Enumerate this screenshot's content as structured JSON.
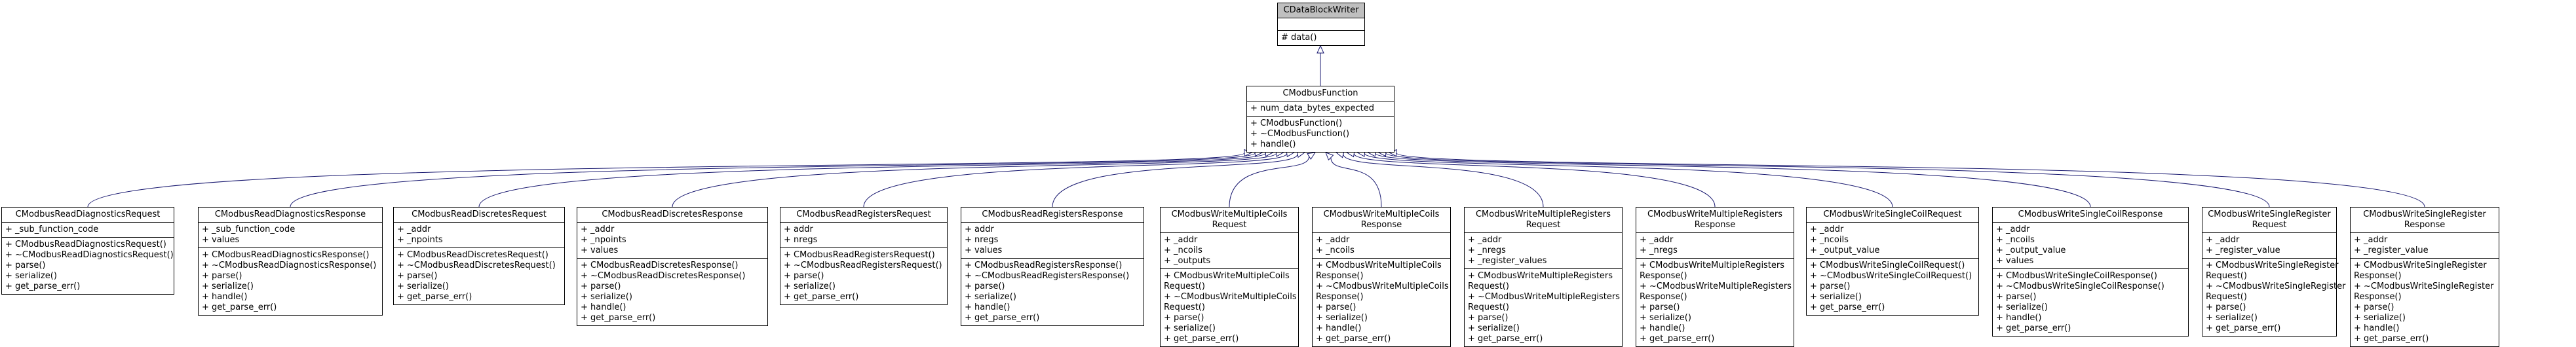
{
  "colors": {
    "edge": "#191970",
    "border": "#000000",
    "highlight": "#bfbfbf",
    "background": "#ffffff"
  },
  "root": {
    "name": "CDataBlockWriter",
    "attributes": [],
    "methods": [
      "# data()"
    ]
  },
  "base": {
    "name": "CModbusFunction",
    "attributes": [
      "+ num_data_bytes_expected"
    ],
    "methods": [
      "+ CModbusFunction()",
      "+ ~CModbusFunction()",
      "+ handle()"
    ]
  },
  "children": [
    {
      "name": "CModbusReadDiagnosticsRequest",
      "attributes": [
        "+ _sub_function_code"
      ],
      "methods": [
        "+ CModbusReadDiagnosticsRequest()",
        "+ ~CModbusReadDiagnosticsRequest()",
        "+ parse()",
        "+ serialize()",
        "+ get_parse_err()"
      ]
    },
    {
      "name": "CModbusReadDiagnosticsResponse",
      "attributes": [
        "+ _sub_function_code",
        "+ values"
      ],
      "methods": [
        "+ CModbusReadDiagnosticsResponse()",
        "+ ~CModbusReadDiagnosticsResponse()",
        "+ parse()",
        "+ serialize()",
        "+ handle()",
        "+ get_parse_err()"
      ]
    },
    {
      "name": "CModbusReadDiscretesRequest",
      "attributes": [
        "+ _addr",
        "+ _npoints"
      ],
      "methods": [
        "+ CModbusReadDiscretesRequest()",
        "+ ~CModbusReadDiscretesRequest()",
        "+ parse()",
        "+ serialize()",
        "+ get_parse_err()"
      ]
    },
    {
      "name": "CModbusReadDiscretesResponse",
      "attributes": [
        "+ _addr",
        "+ _npoints",
        "+ values"
      ],
      "methods": [
        "+ CModbusReadDiscretesResponse()",
        "+ ~CModbusReadDiscretesResponse()",
        "+ parse()",
        "+ serialize()",
        "+ handle()",
        "+ get_parse_err()"
      ]
    },
    {
      "name": "CModbusReadRegistersRequest",
      "attributes": [
        "+ addr",
        "+ nregs"
      ],
      "methods": [
        "+ CModbusReadRegistersRequest()",
        "+ ~CModbusReadRegistersRequest()",
        "+ parse()",
        "+ serialize()",
        "+ get_parse_err()"
      ]
    },
    {
      "name": "CModbusReadRegistersResponse",
      "attributes": [
        "+ addr",
        "+ nregs",
        "+ values"
      ],
      "methods": [
        "+ CModbusReadRegistersResponse()",
        "+ ~CModbusReadRegistersResponse()",
        "+ parse()",
        "+ serialize()",
        "+ handle()",
        "+ get_parse_err()"
      ]
    },
    {
      "name": "CModbusWriteMultipleCoils\nRequest",
      "attributes": [
        "+ _addr",
        "+ _ncoils",
        "+ _outputs"
      ],
      "methods": [
        "+ CModbusWriteMultipleCoils",
        "Request()",
        "+ ~CModbusWriteMultipleCoils",
        "Request()",
        "+ parse()",
        "+ serialize()",
        "+ get_parse_err()"
      ]
    },
    {
      "name": "CModbusWriteMultipleCoils\nResponse",
      "attributes": [
        "+ _addr",
        "+ _ncoils"
      ],
      "methods": [
        "+ CModbusWriteMultipleCoils",
        "Response()",
        "+ ~CModbusWriteMultipleCoils",
        "Response()",
        "+ parse()",
        "+ serialize()",
        "+ handle()",
        "+ get_parse_err()"
      ]
    },
    {
      "name": "CModbusWriteMultipleRegisters\nRequest",
      "attributes": [
        "+ _addr",
        "+ _nregs",
        "+ _register_values"
      ],
      "methods": [
        "+ CModbusWriteMultipleRegisters",
        "Request()",
        "+ ~CModbusWriteMultipleRegisters",
        "Request()",
        "+ parse()",
        "+ serialize()",
        "+ get_parse_err()"
      ]
    },
    {
      "name": "CModbusWriteMultipleRegisters\nResponse",
      "attributes": [
        "+ _addr",
        "+ _nregs"
      ],
      "methods": [
        "+ CModbusWriteMultipleRegisters",
        "Response()",
        "+ ~CModbusWriteMultipleRegisters",
        "Response()",
        "+ parse()",
        "+ serialize()",
        "+ handle()",
        "+ get_parse_err()"
      ]
    },
    {
      "name": "CModbusWriteSingleCoilRequest",
      "attributes": [
        "+ _addr",
        "+ _ncoils",
        "+ _output_value"
      ],
      "methods": [
        "+ CModbusWriteSingleCoilRequest()",
        "+ ~CModbusWriteSingleCoilRequest()",
        "+ parse()",
        "+ serialize()",
        "+ get_parse_err()"
      ]
    },
    {
      "name": "CModbusWriteSingleCoilResponse",
      "attributes": [
        "+ _addr",
        "+ _ncoils",
        "+ _output_value",
        "+ values"
      ],
      "methods": [
        "+ CModbusWriteSingleCoilResponse()",
        "+ ~CModbusWriteSingleCoilResponse()",
        "+ parse()",
        "+ serialize()",
        "+ handle()",
        "+ get_parse_err()"
      ]
    },
    {
      "name": "CModbusWriteSingleRegister\nRequest",
      "attributes": [
        "+ _addr",
        "+ _register_value"
      ],
      "methods": [
        "+ CModbusWriteSingleRegister",
        "Request()",
        "+ ~CModbusWriteSingleRegister",
        "Request()",
        "+ parse()",
        "+ serialize()",
        "+ get_parse_err()"
      ]
    },
    {
      "name": "CModbusWriteSingleRegister\nResponse",
      "attributes": [
        "+ _addr",
        "+ _register_value"
      ],
      "methods": [
        "+ CModbusWriteSingleRegister",
        "Response()",
        "+ ~CModbusWriteSingleRegister",
        "Response()",
        "+ parse()",
        "+ serialize()",
        "+ handle()",
        "+ get_parse_err()"
      ]
    }
  ]
}
